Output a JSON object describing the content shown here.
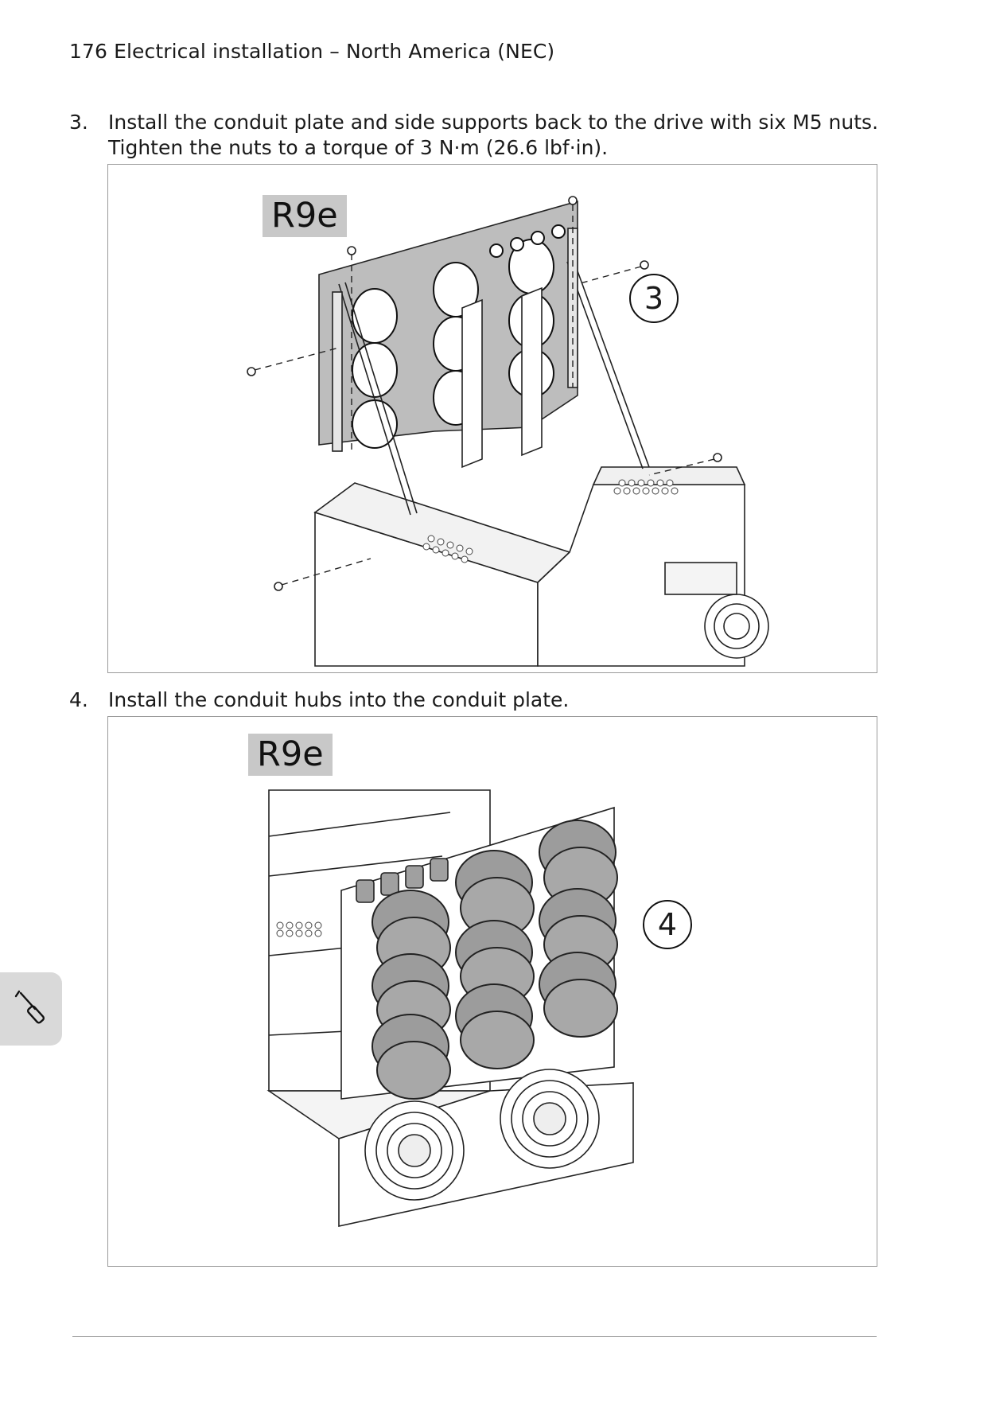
{
  "page": {
    "header": "176 Electrical installation – North America (NEC)"
  },
  "steps": [
    {
      "number": "3.",
      "lines": [
        "Install the conduit plate and side supports back to the drive with six M5 nuts.",
        "Tighten the nuts to a torque of 3 N·m (26.6 lbf·in)."
      ],
      "figure": {
        "tag": "R9e",
        "callout": "3"
      }
    },
    {
      "number": "4.",
      "lines": [
        "Install the conduit hubs into the conduit plate."
      ],
      "figure": {
        "tag": "R9e",
        "callout": "4"
      }
    }
  ],
  "side_tab": {
    "icon": "screwdriver-icon"
  }
}
